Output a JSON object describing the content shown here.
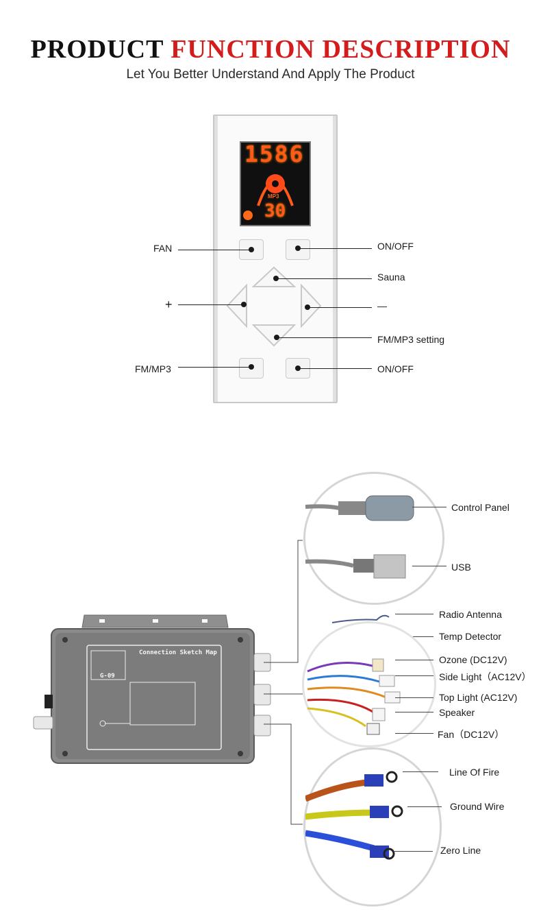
{
  "header": {
    "title_part1": "PRODUCT",
    "title_part2": "FUNCTION DESCRIPTION",
    "subtitle": "Let You Better Understand And Apply The Product"
  },
  "panel": {
    "display_top": "1586",
    "display_mode": "MP3",
    "display_temp": "30",
    "labels": {
      "fan": "FAN",
      "on_off_top": "ON/OFF",
      "sauna": "Sauna",
      "plus": "+",
      "minus": "—",
      "fm_mp3_setting": "FM/MP3 setting",
      "fm_mp3": "FM/MP3",
      "on_off_bottom": "ON/OFF"
    }
  },
  "controller": {
    "box_label": "Connection Sketch Map",
    "model": "G-09"
  },
  "connections": {
    "group1": [
      "Control Panel",
      "USB"
    ],
    "group2": [
      "Radio Antenna",
      "Temp Detector",
      "Ozone (DC12V)",
      "Side Light（AC12V）",
      "Top Light (AC12V)",
      "Speaker",
      "Fan（DC12V）"
    ],
    "group3": [
      "Line Of Fire",
      "Ground Wire",
      "Zero Line"
    ]
  },
  "colors": {
    "accent_red": "#d31d1d",
    "display_orange": "#ff5a1a",
    "wire_red": "#c0392b",
    "wire_blue": "#2a4fd8",
    "wire_yellow_green": "#c8c81a"
  }
}
